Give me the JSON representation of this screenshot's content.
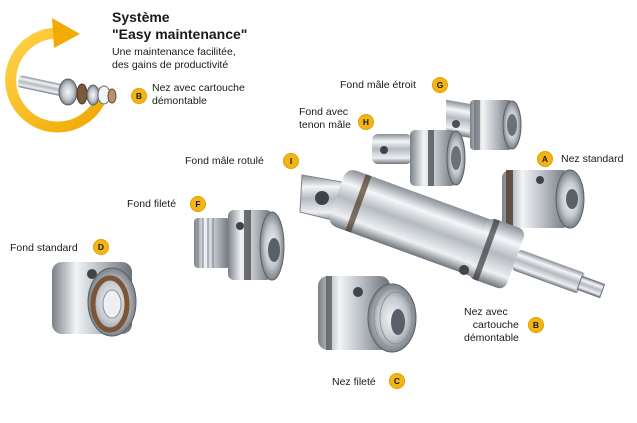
{
  "header": {
    "title_line1": "Système",
    "title_line2": "\"Easy maintenance\"",
    "subtitle_line1": "Une maintenance facilitée,",
    "subtitle_line2": "des gains de productivité"
  },
  "inset_callout": {
    "badge": "B",
    "line1": "Nez avec cartouche",
    "line2": "démontable"
  },
  "parts": [
    {
      "id": "G",
      "label_lines": [
        "Fond mâle étroit"
      ]
    },
    {
      "id": "H",
      "label_lines": [
        "Fond avec",
        "tenon mâle"
      ]
    },
    {
      "id": "A",
      "label_lines": [
        "Nez standard"
      ]
    },
    {
      "id": "I",
      "label_lines": [
        "Fond mâle rotulé"
      ]
    },
    {
      "id": "F",
      "label_lines": [
        "Fond fileté"
      ]
    },
    {
      "id": "D",
      "label_lines": [
        "Fond standard"
      ]
    },
    {
      "id": "B",
      "label_lines": [
        "Nez avec",
        "cartouche",
        "démontable"
      ]
    },
    {
      "id": "C",
      "label_lines": [
        "Nez fileté"
      ]
    }
  ],
  "colors": {
    "accent": "#f3b515",
    "metal": "#c9cdd2",
    "text": "#1a1a1a"
  }
}
